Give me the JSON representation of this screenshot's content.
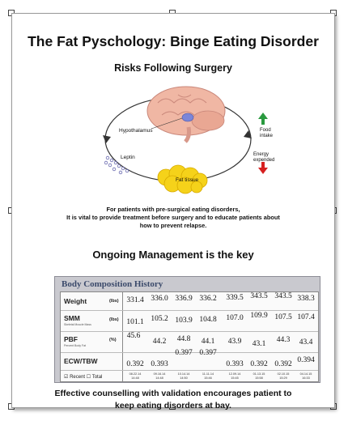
{
  "title": "The Fat Pyschology: Binge Eating Disorder",
  "subtitle": "Risks Following  Surgery",
  "diagram": {
    "hypothalamus": "Hypothalamus",
    "leptin": "Leptin",
    "fat_tissue": "Fat tissue",
    "food_intake": "Food intake",
    "energy_expended": "Energy expended"
  },
  "paragraph": [
    "For patients with pre-surgical eating disorders,",
    "It is vital to provide treatment before surgery and to educate patients about",
    "how to prevent relapse."
  ],
  "heading2": "Ongoing Management is the key",
  "body_composition": {
    "title": "Body Composition History",
    "rows": [
      {
        "label": "Weight",
        "sub": "",
        "unit": "(lbs)",
        "values": [
          "331.4",
          "336.0",
          "336.9",
          "336.2",
          "339.5",
          "343.5",
          "343.5",
          "338.3"
        ]
      },
      {
        "label": "SMM",
        "sub": "Skeletal Muscle Mass",
        "unit": "(lbs)",
        "values": [
          "101.1",
          "105.2",
          "103.9",
          "104.8",
          "107.0",
          "109.9",
          "107.5",
          "107.4"
        ]
      },
      {
        "label": "PBF",
        "sub": "Percent Body Fat",
        "unit": "(%)",
        "values": [
          "45.6",
          "44.2",
          "44.8",
          "44.1",
          "43.9",
          "43.1",
          "44.3",
          "43.4"
        ]
      },
      {
        "label": "ECW/TBW",
        "sub": "",
        "unit": "",
        "values": [
          "0.392",
          "0.393",
          "0.397",
          "0.397",
          "0.393",
          "0.392",
          "0.392",
          "0.394"
        ]
      }
    ],
    "legend_recent": "Recent",
    "legend_total": "Total",
    "dates": [
      [
        "08.22.14",
        "14:48"
      ],
      [
        "09.16.14",
        "14:48"
      ],
      [
        "10.14.14",
        "14:50"
      ],
      [
        "11.11.14",
        "15:46"
      ],
      [
        "12.09.14",
        "15:45"
      ],
      [
        "01.13.15",
        "15:58"
      ],
      [
        "02.10.15",
        "15:29"
      ],
      [
        "04.14.15",
        "16:33"
      ]
    ]
  },
  "footer": [
    "Effective counselling with validation encourages patient to",
    "keep eating disorders at bay."
  ],
  "colors": {
    "brain": "#f0b7a4",
    "fat": "#f5d21a",
    "arrow_up": "#2a9a3f",
    "arrow_down": "#d62020",
    "hypothalamus": "#7b86d8"
  }
}
